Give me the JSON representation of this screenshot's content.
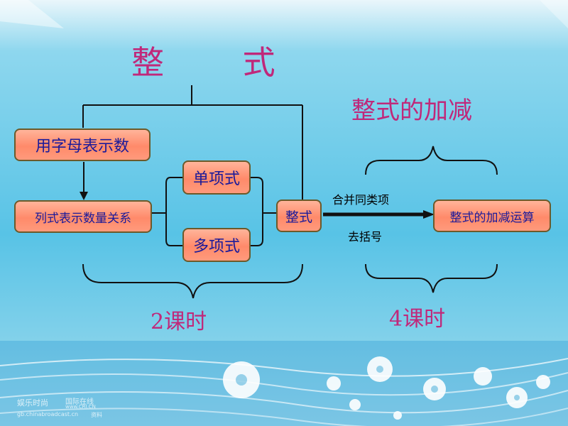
{
  "title": "整 式",
  "subtitle": "整式的加减",
  "boxes": {
    "letters": "用字母表示数",
    "expression": "列式表示数量关系",
    "monomial": "单项式",
    "polynomial": "多项式",
    "integral": "整式",
    "operation": "整式的加减运算"
  },
  "operations": {
    "combine": "合并同类项",
    "remove_brackets": "去括号"
  },
  "lessons": {
    "left": "2课时",
    "right": "4课时"
  },
  "footer": {
    "brand": "娱乐时尚",
    "brand2": "国际在线",
    "site": "gb.chinabroadcast.cn",
    "site_sub": "www.CRI.CN",
    "resource": "资料"
  },
  "colors": {
    "accent": "#c0287a",
    "box_fill": "#ff8a6a",
    "box_text": "#1a1a9a",
    "background": "#58c3e6"
  }
}
